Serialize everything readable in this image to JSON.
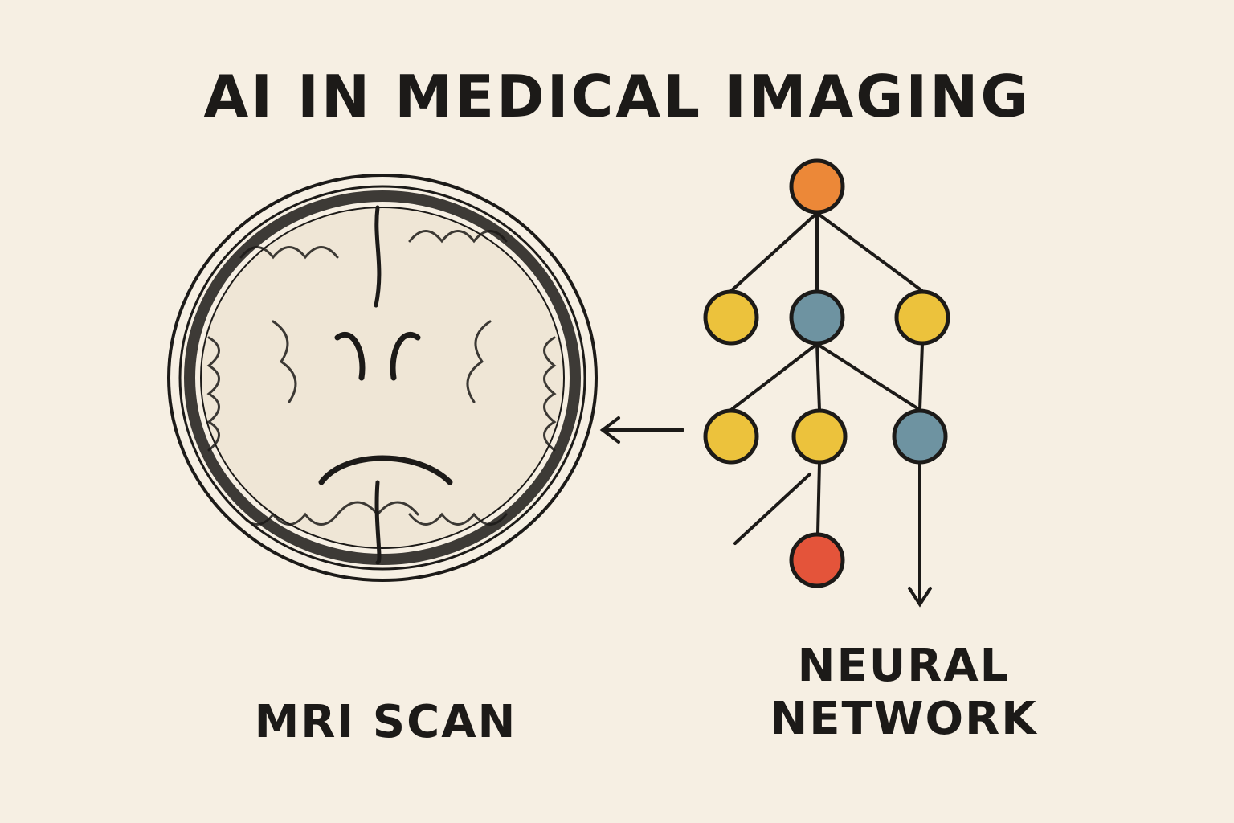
{
  "title": "AI IN MEDICAL IMAGING",
  "mri": {
    "label": "MRI SCAN"
  },
  "network": {
    "label_line1": "NEURAL",
    "label_line2": "NETWORK"
  },
  "colors": {
    "background": "#f6efe3",
    "ink": "#1c1a18",
    "orange": "#ec8838",
    "yellow": "#ecc23c",
    "blue": "#6e93a1",
    "red": "#e4543a"
  },
  "nodes": [
    {
      "id": "n0",
      "color": "orange"
    },
    {
      "id": "n1",
      "color": "yellow"
    },
    {
      "id": "n2",
      "color": "blue"
    },
    {
      "id": "n3",
      "color": "yellow"
    },
    {
      "id": "n4",
      "color": "yellow"
    },
    {
      "id": "n5",
      "color": "yellow"
    },
    {
      "id": "n6",
      "color": "blue"
    },
    {
      "id": "n7",
      "color": "red"
    }
  ]
}
